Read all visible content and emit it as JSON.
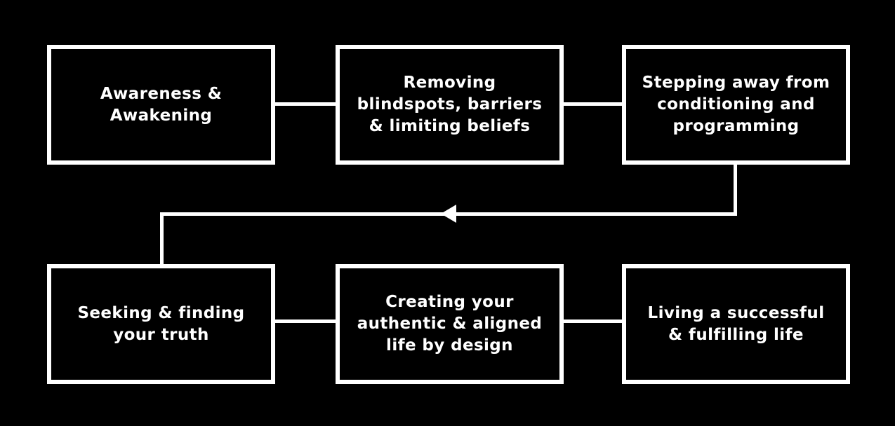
{
  "diagram": {
    "type": "flowchart",
    "background_color": "#000000",
    "foreground_color": "#ffffff",
    "nodes": [
      {
        "id": "awareness-awakening",
        "lines": [
          "Awareness &",
          "Awakening"
        ]
      },
      {
        "id": "removing-blindspots",
        "lines": [
          "Removing",
          "blindspots, barriers",
          "& limiting beliefs"
        ]
      },
      {
        "id": "stepping-away",
        "lines": [
          "Stepping away from",
          "conditioning and",
          "programming"
        ]
      },
      {
        "id": "seeking-truth",
        "lines": [
          "Seeking & finding",
          "your truth"
        ]
      },
      {
        "id": "creating-life",
        "lines": [
          "Creating your",
          "authentic & aligned",
          "life by design"
        ]
      },
      {
        "id": "living-life",
        "lines": [
          "Living a successful",
          "& fulfilling life"
        ]
      }
    ],
    "connections": [
      {
        "from": "awareness-awakening",
        "to": "removing-blindspots",
        "style": "plain-horizontal"
      },
      {
        "from": "removing-blindspots",
        "to": "stepping-away",
        "style": "plain-horizontal"
      },
      {
        "from": "stepping-away",
        "to": "seeking-truth",
        "style": "elbow-down-left-down",
        "arrow": "left"
      },
      {
        "from": "seeking-truth",
        "to": "creating-life",
        "style": "plain-horizontal"
      },
      {
        "from": "creating-life",
        "to": "living-life",
        "style": "plain-horizontal"
      }
    ]
  }
}
